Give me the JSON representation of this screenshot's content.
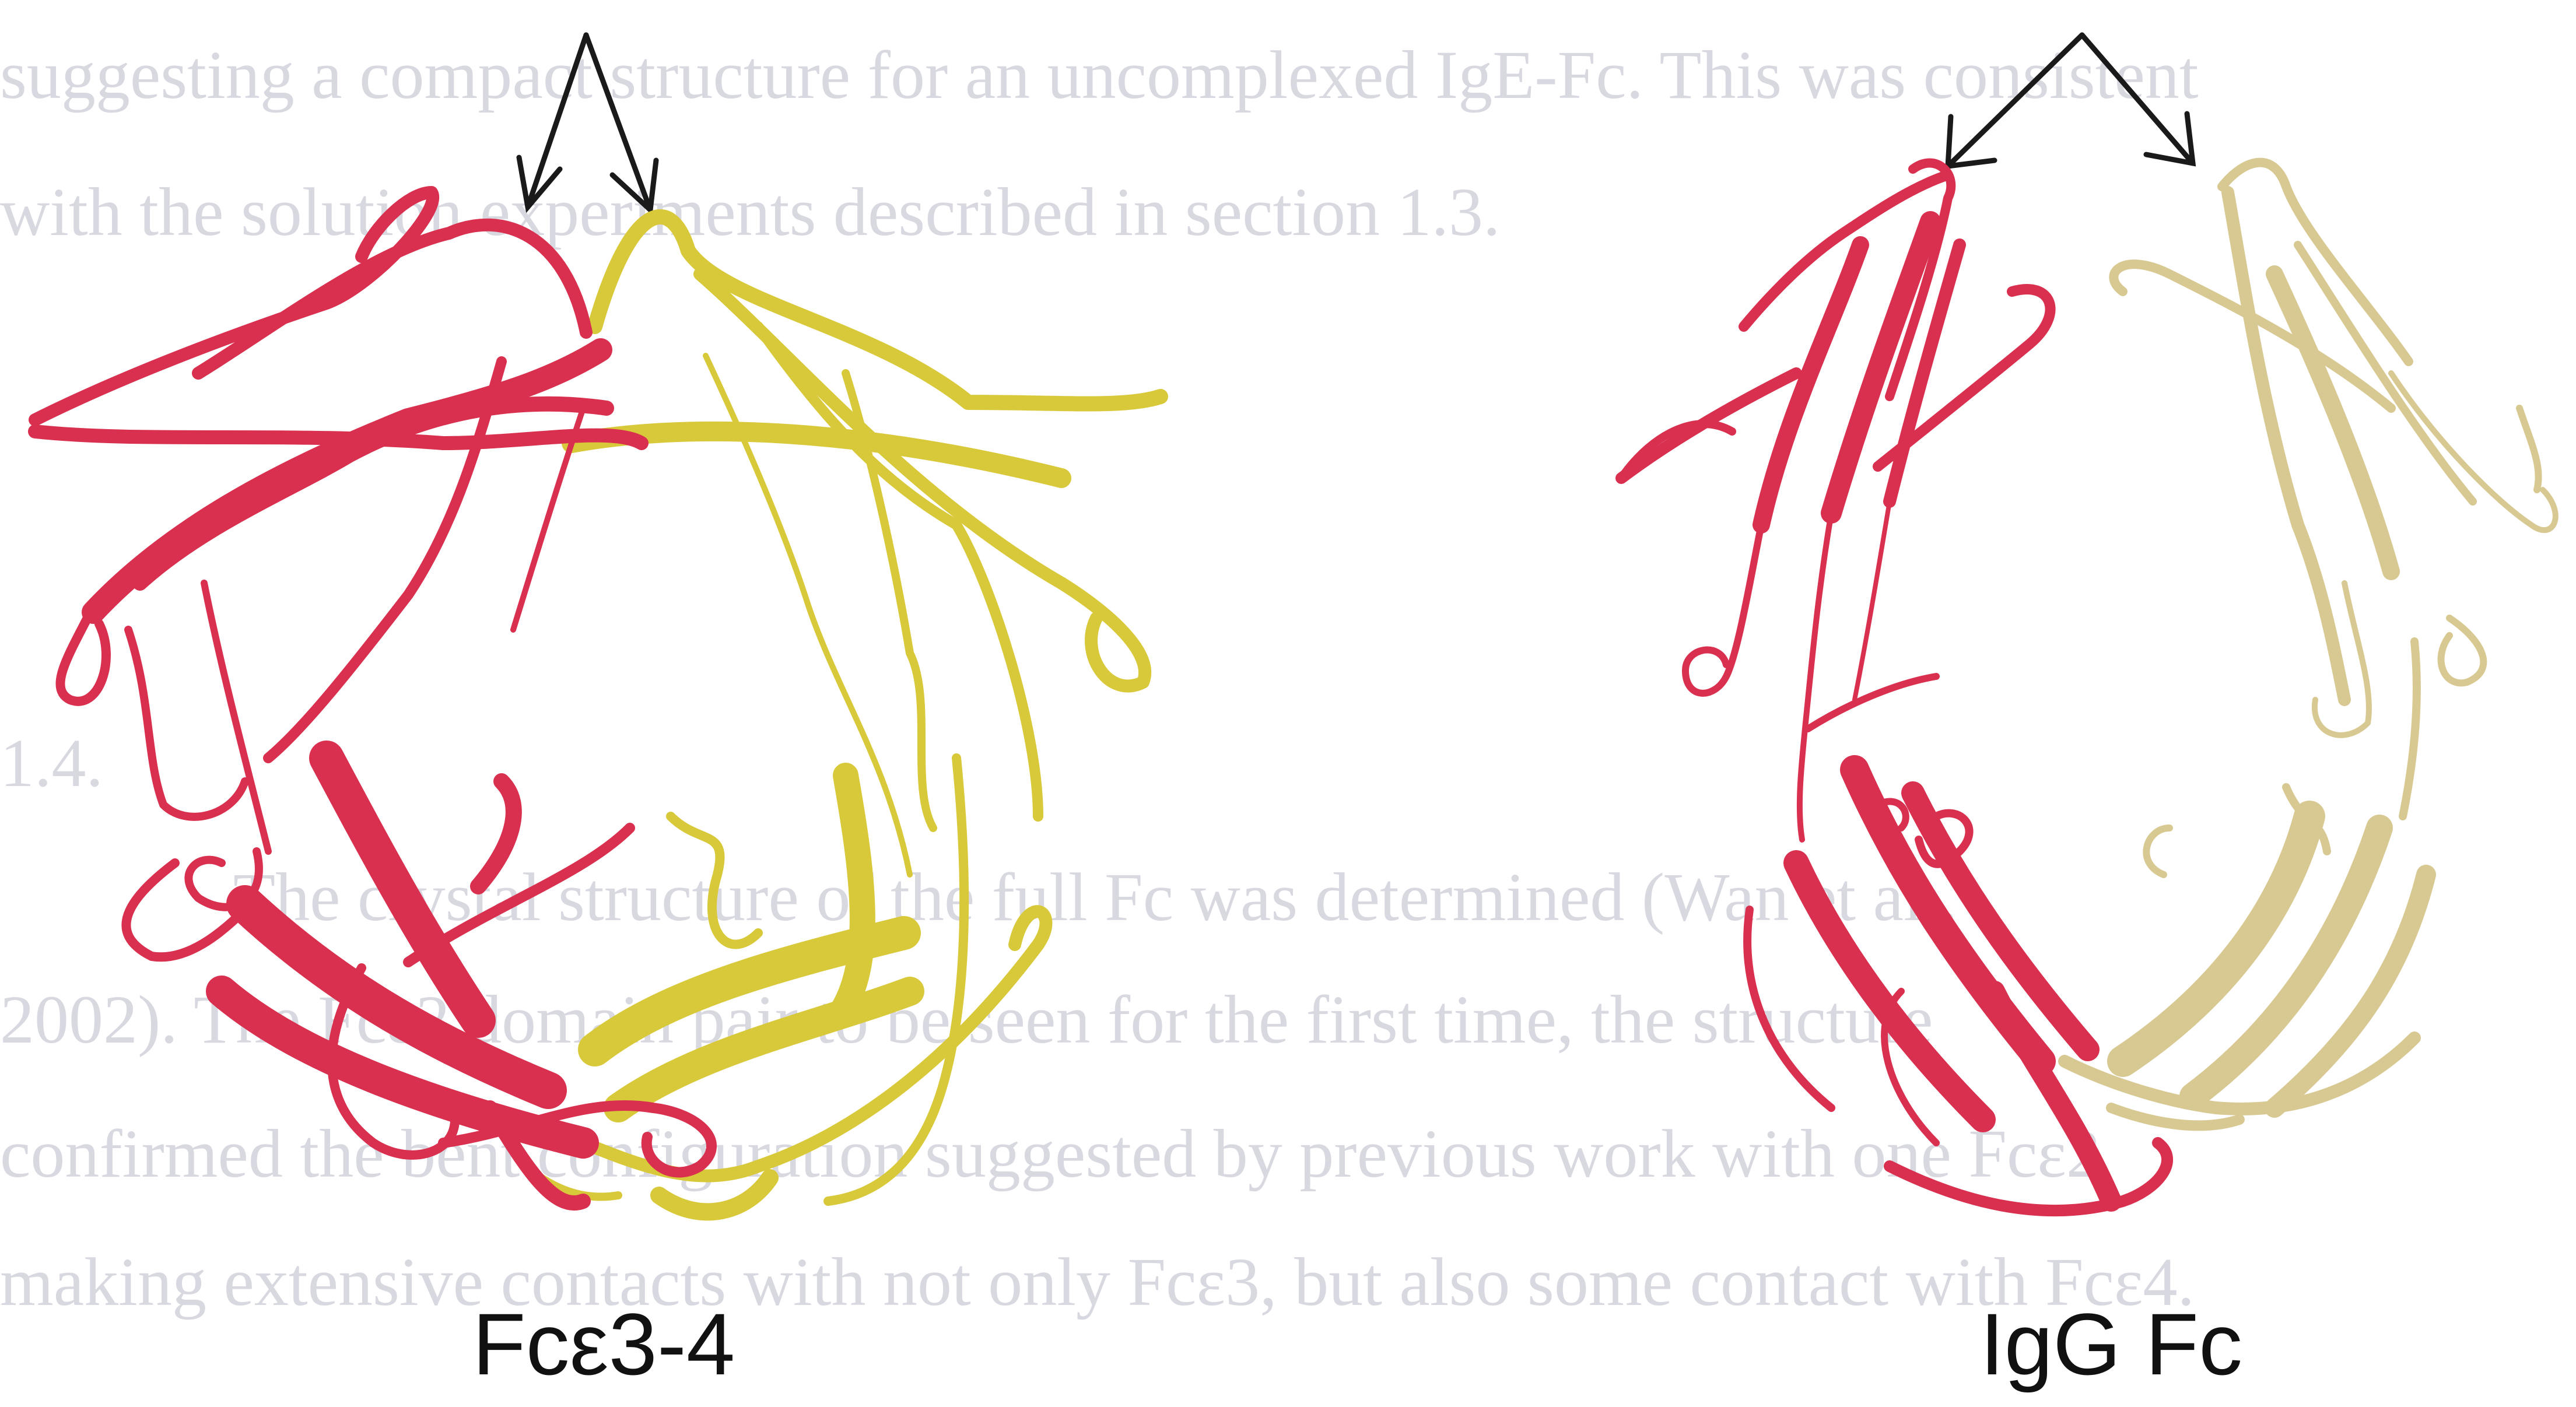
{
  "background_text": [
    "suggesting a compact structure for an uncomplexed IgE-Fc. This was consistent",
    "with the solution experiments described in section 1.3.",
    "1.4.",
    "The crystal structure of the full Fc was determined (Wan et al.,",
    "2002). The Fcε2 domain pair to be seen for the first time, the structure",
    "confirmed the bent configuration suggested by previous work with one Fcε2",
    "making extensive contacts with not only Fcε3, but also some contact with Fcε4."
  ],
  "figures": [
    {
      "caption": "Fcε3-4",
      "chain_colors": {
        "chain_a": "#d9304f",
        "chain_b": "#d8c93a"
      }
    },
    {
      "caption": "IgG Fc",
      "chain_colors": {
        "chain_a": "#d9304f",
        "chain_b": "#d8c992"
      }
    }
  ],
  "arrow_color": "#1a1a1a"
}
